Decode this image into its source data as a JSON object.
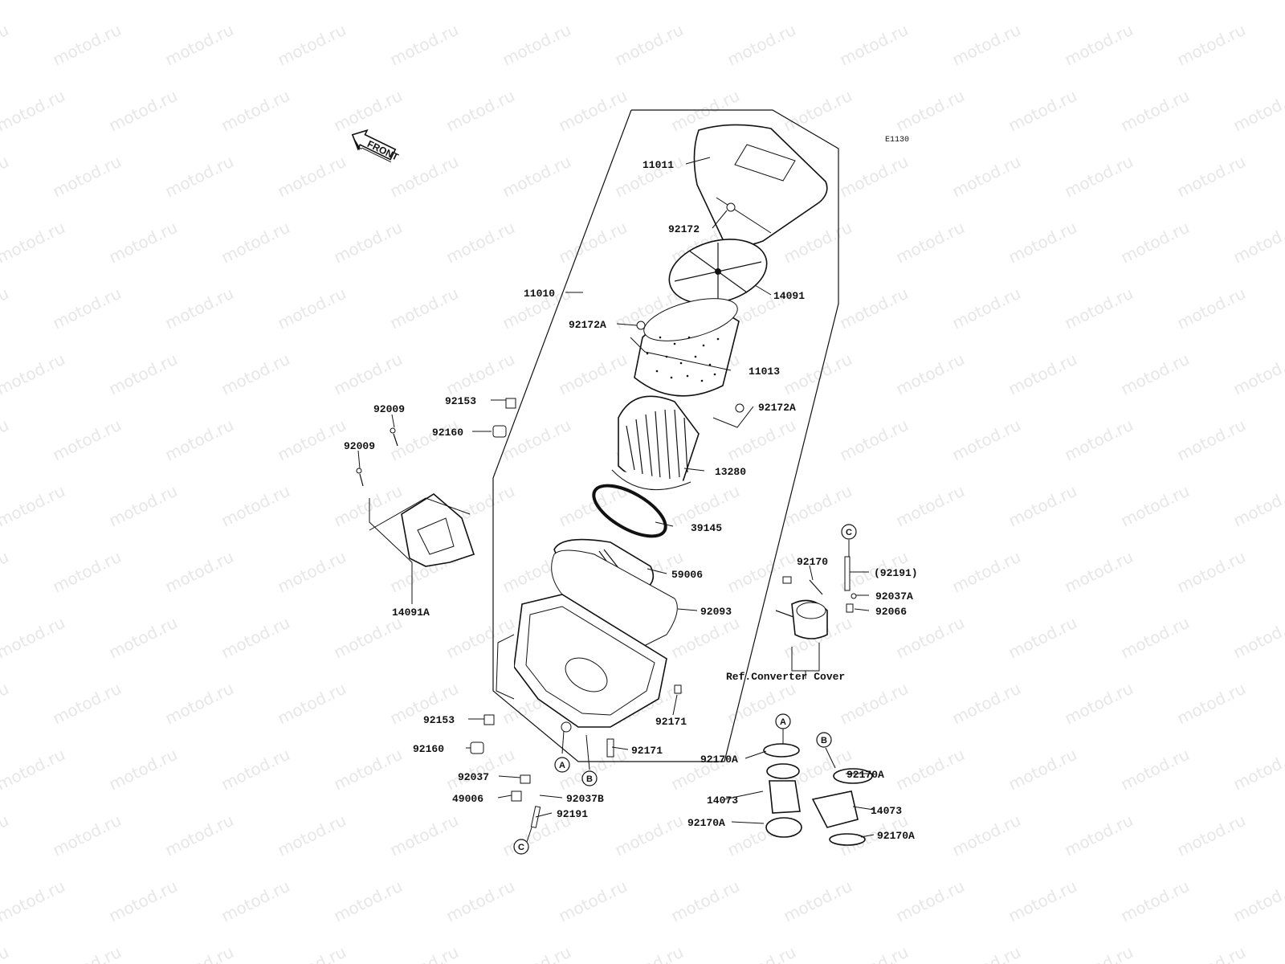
{
  "diagram": {
    "code": "E1130",
    "watermark": "motod.ru",
    "front_label": "FRONT",
    "ref_label": "Ref.Converter Cover",
    "callouts": [
      {
        "id": "c-11011",
        "text": "11011"
      },
      {
        "id": "c-92172",
        "text": "92172"
      },
      {
        "id": "c-14091",
        "text": "14091"
      },
      {
        "id": "c-11010",
        "text": "11010"
      },
      {
        "id": "c-92172A-a",
        "text": "92172A"
      },
      {
        "id": "c-11013",
        "text": "11013"
      },
      {
        "id": "c-92172A-b",
        "text": "92172A"
      },
      {
        "id": "c-92153-a",
        "text": "92153"
      },
      {
        "id": "c-92009-a",
        "text": "92009"
      },
      {
        "id": "c-92160-a",
        "text": "92160"
      },
      {
        "id": "c-92009-b",
        "text": "92009"
      },
      {
        "id": "c-13280",
        "text": "13280"
      },
      {
        "id": "c-39145",
        "text": "39145"
      },
      {
        "id": "c-59006",
        "text": "59006"
      },
      {
        "id": "c-92093",
        "text": "92093"
      },
      {
        "id": "c-14091A",
        "text": "14091A"
      },
      {
        "id": "c-92170",
        "text": "92170"
      },
      {
        "id": "c-92191p",
        "text": "(92191)"
      },
      {
        "id": "c-92037A",
        "text": "92037A"
      },
      {
        "id": "c-92066",
        "text": "92066"
      },
      {
        "id": "c-92171-a",
        "text": "92171"
      },
      {
        "id": "c-92171-b",
        "text": "92171"
      },
      {
        "id": "c-92153-b",
        "text": "92153"
      },
      {
        "id": "c-92160-b",
        "text": "92160"
      },
      {
        "id": "c-92037",
        "text": "92037"
      },
      {
        "id": "c-49006",
        "text": "49006"
      },
      {
        "id": "c-92037B",
        "text": "92037B"
      },
      {
        "id": "c-92191",
        "text": "92191"
      },
      {
        "id": "c-92170A-a",
        "text": "92170A"
      },
      {
        "id": "c-92170A-b",
        "text": "92170A"
      },
      {
        "id": "c-14073-a",
        "text": "14073"
      },
      {
        "id": "c-14073-b",
        "text": "14073"
      },
      {
        "id": "c-92170A-c",
        "text": "92170A"
      },
      {
        "id": "c-92170A-d",
        "text": "92170A"
      }
    ],
    "markers": [
      {
        "id": "m-A1",
        "text": "A"
      },
      {
        "id": "m-B1",
        "text": "B"
      },
      {
        "id": "m-C1",
        "text": "C"
      },
      {
        "id": "m-A2",
        "text": "A"
      },
      {
        "id": "m-B2",
        "text": "B"
      },
      {
        "id": "m-C2",
        "text": "C"
      }
    ]
  }
}
